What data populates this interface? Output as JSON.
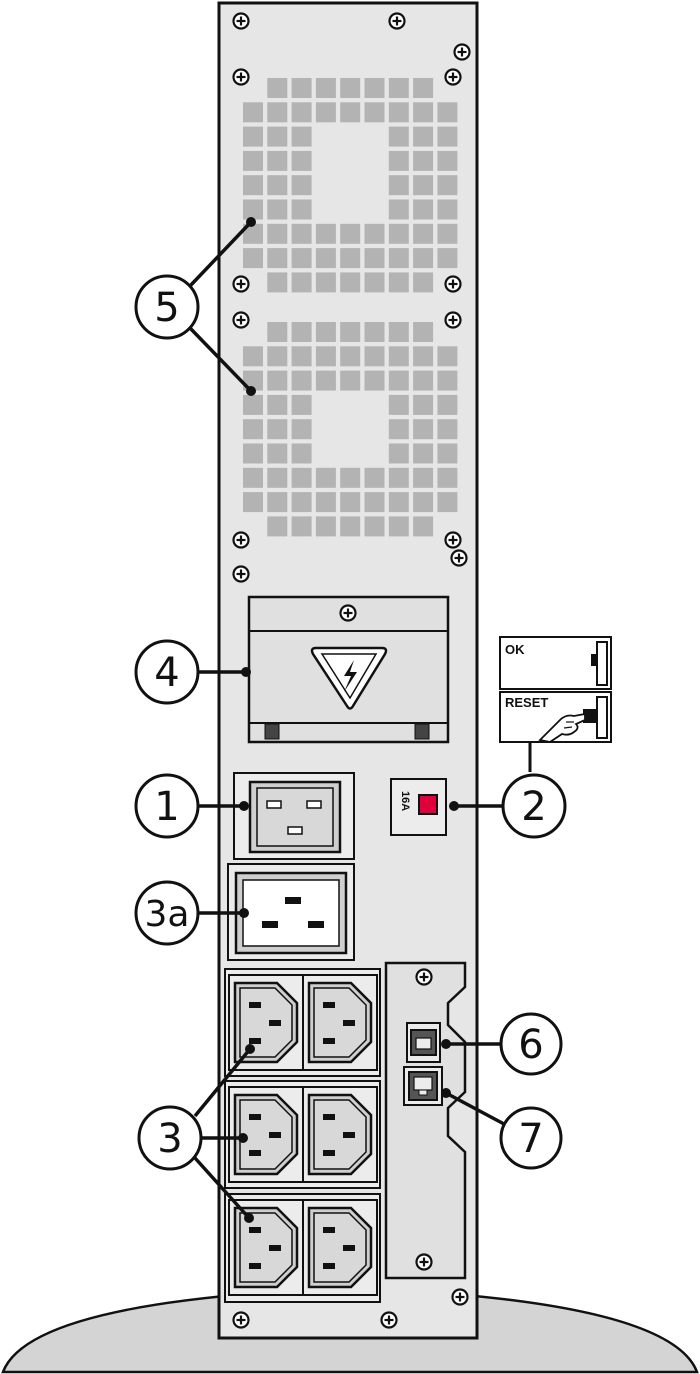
{
  "callouts": {
    "c1": "1",
    "c2": "2",
    "c3": "3",
    "c3a": "3a",
    "c4": "4",
    "c5": "5",
    "c6": "6",
    "c7": "7"
  },
  "breaker": {
    "rating": "16A",
    "ok_label": "OK",
    "reset_label": "RESET"
  },
  "colors": {
    "panel": "#e6e6e6",
    "vent": "#b3b3b3",
    "breaker_button": "#e0003a",
    "stand": "#d4d4d4"
  }
}
